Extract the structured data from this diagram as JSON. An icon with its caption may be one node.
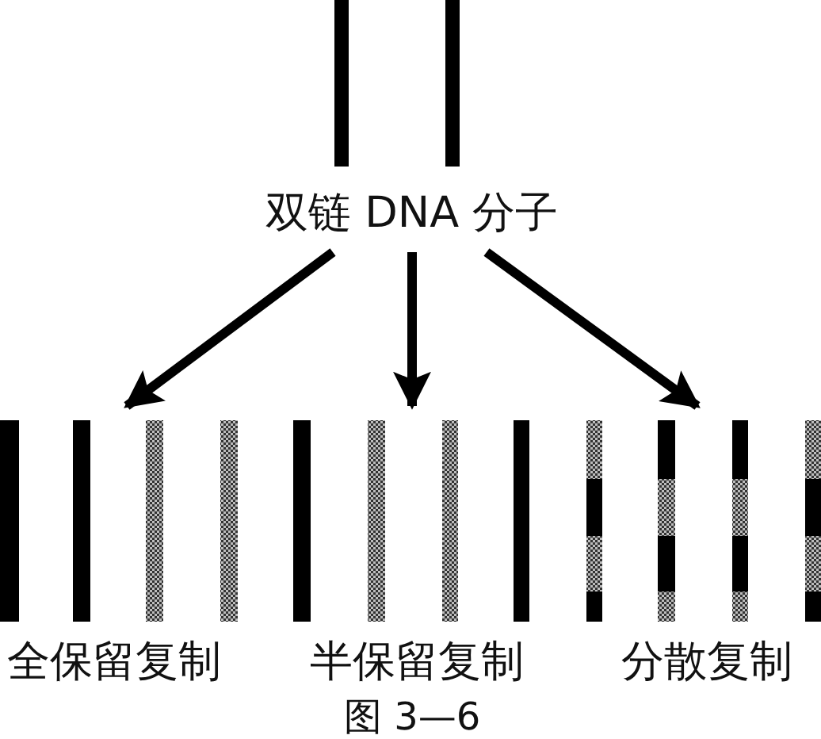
{
  "diagram": {
    "caption": "图 3—6",
    "nodes": [
      {
        "text": [
          "双链 DNA 分子"
        ]
      },
      {
        "text": [
          "全保留复制"
        ]
      },
      {
        "text": [
          "半保留复制"
        ]
      },
      {
        "text": [
          "分散复制"
        ]
      }
    ],
    "edges": [
      {
        "from": 0,
        "to": 1,
        "arrow": "to"
      },
      {
        "from": 0,
        "to": 2,
        "arrow": "to"
      },
      {
        "from": 0,
        "to": 3,
        "arrow": "to"
      }
    ]
  }
}
